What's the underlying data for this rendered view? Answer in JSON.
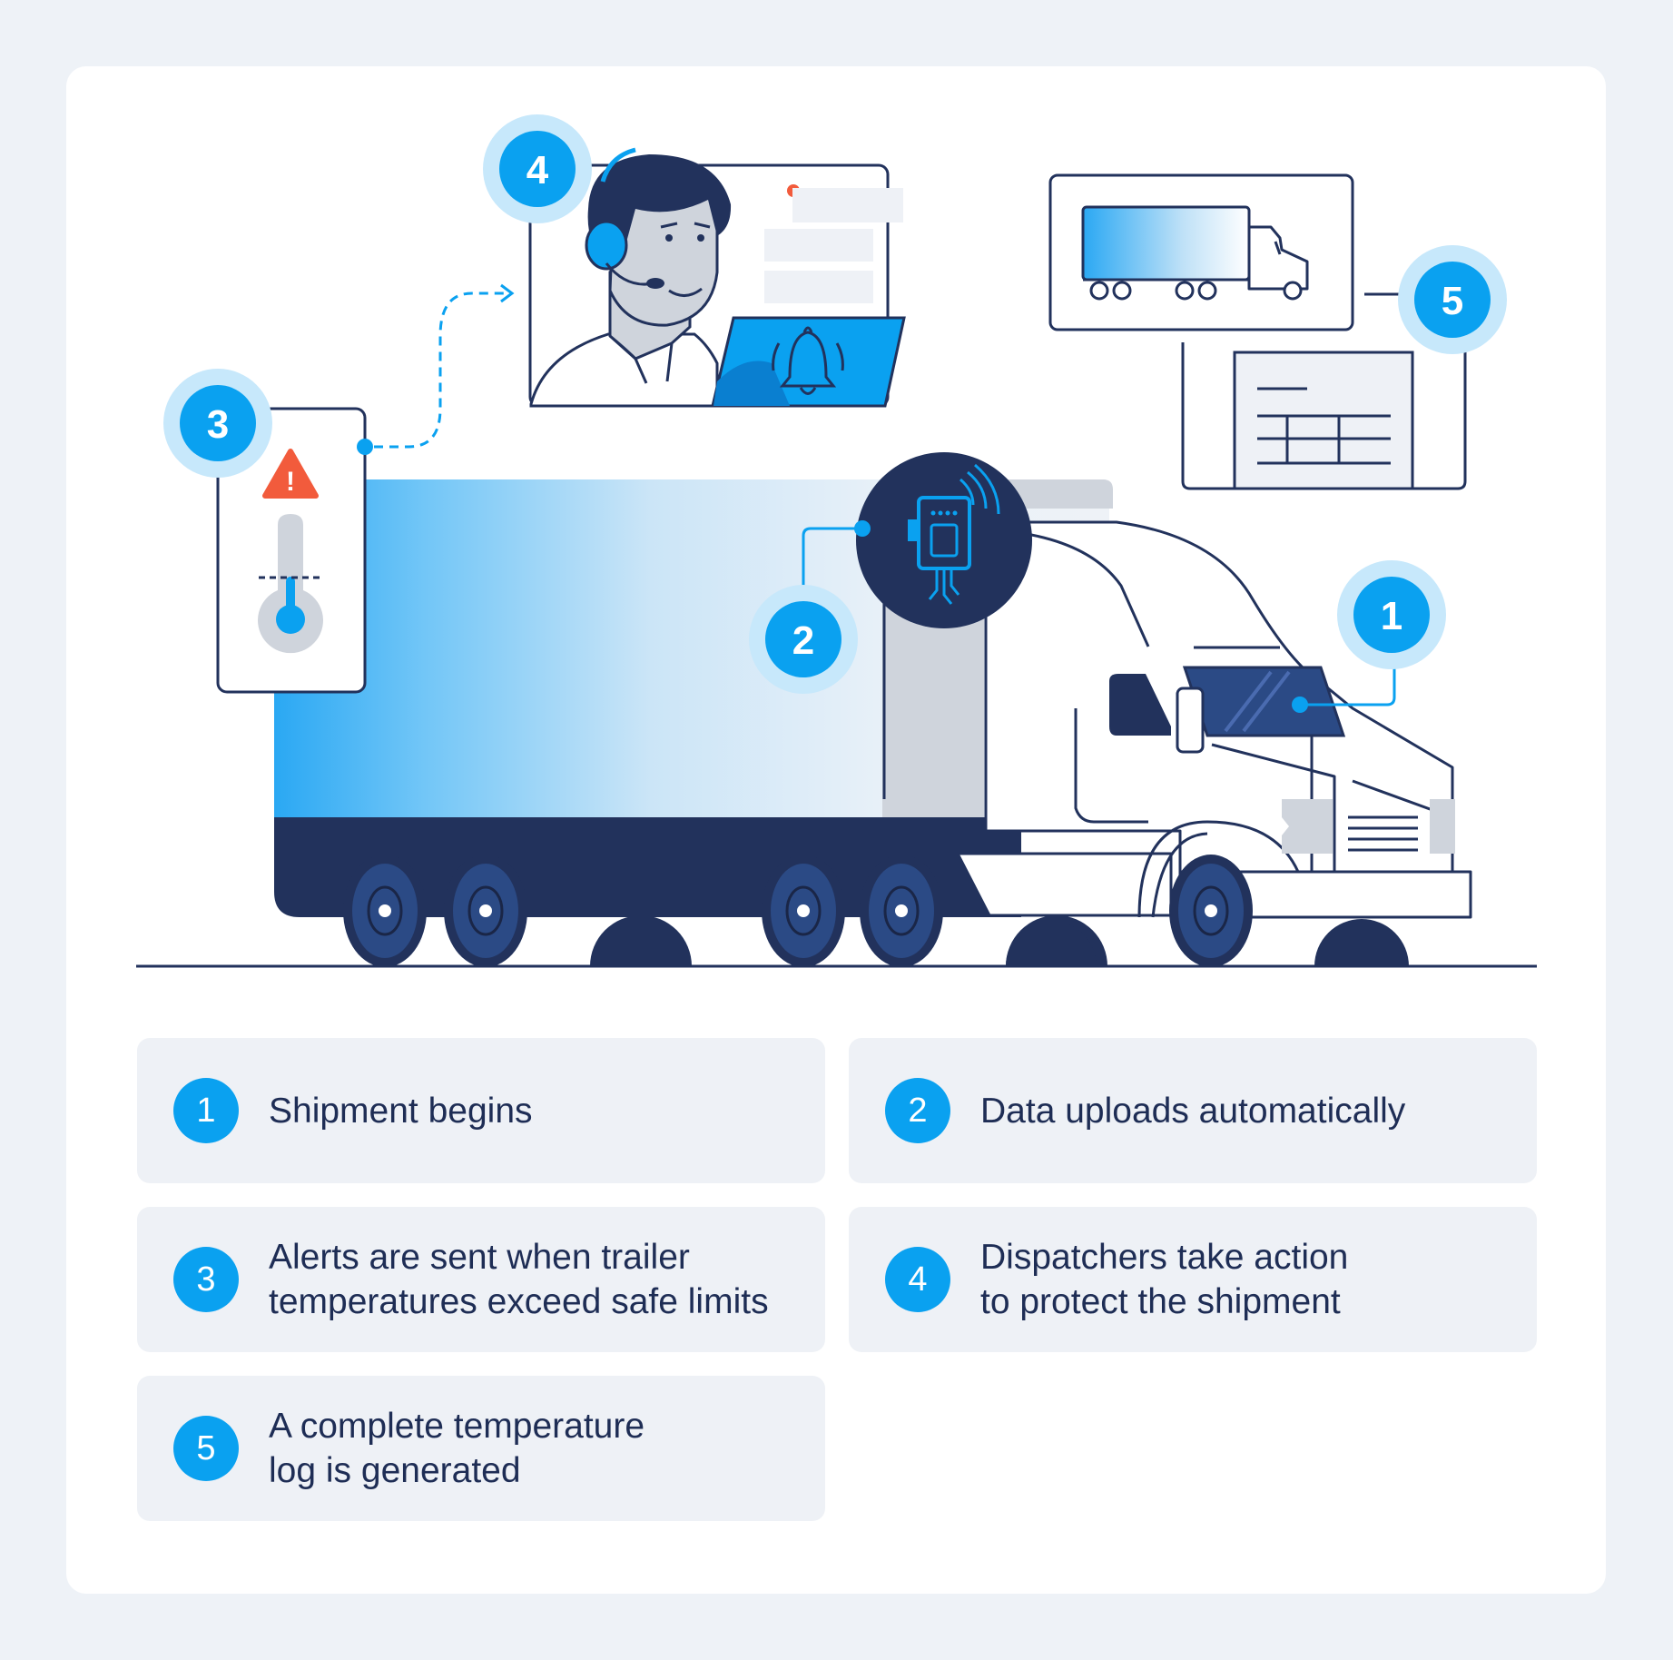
{
  "badges": {
    "b1": "1",
    "b2": "2",
    "b3": "3",
    "b4": "4",
    "b5": "5"
  },
  "alert_icon": {
    "glyph": "!"
  },
  "icons": [
    "warning-icon",
    "thermometer-icon",
    "bell-icon",
    "sensor-device-icon",
    "truck-icon",
    "table-icon",
    "dispatcher-avatar-icon"
  ],
  "colors": {
    "accent": "#0aa1f0",
    "navy": "#22325c",
    "alert": "#f25b3c",
    "panel": "#eef1f6",
    "background": "#eef2f7"
  },
  "steps": [
    {
      "num": "1",
      "text": "Shipment begins"
    },
    {
      "num": "2",
      "text": "Data uploads automatically"
    },
    {
      "num": "3",
      "text": "Alerts are sent when trailer\ntemperatures exceed safe limits"
    },
    {
      "num": "4",
      "text": "Dispatchers take action\nto protect the shipment"
    },
    {
      "num": "5",
      "text": "A complete temperature\nlog is generated"
    }
  ]
}
